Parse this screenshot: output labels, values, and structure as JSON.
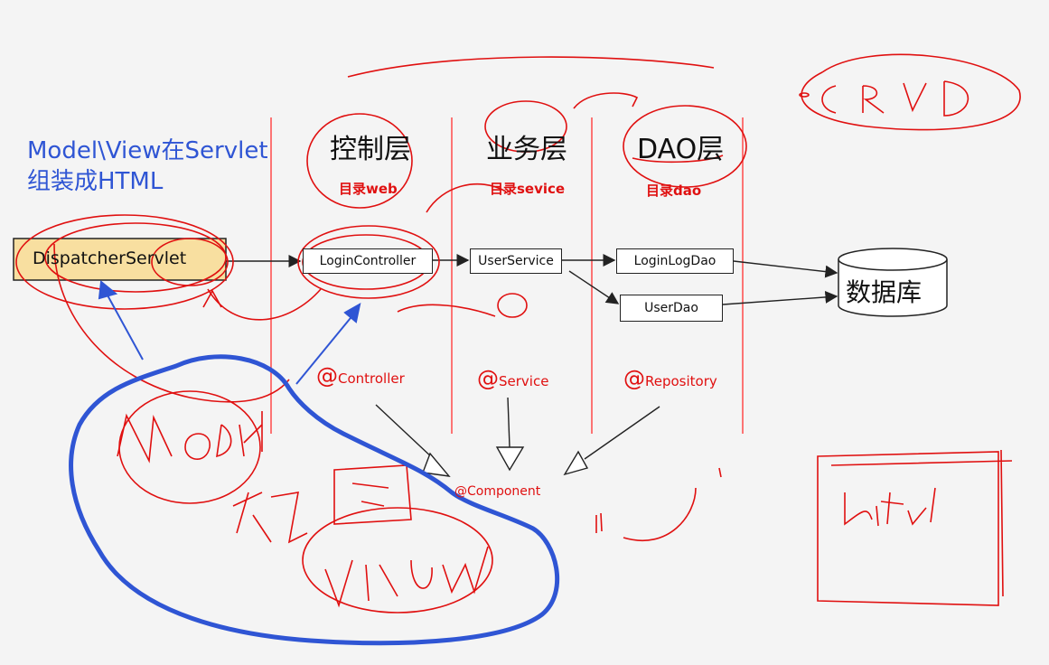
{
  "note": {
    "line1": "Model\\View在Servlet",
    "line2": "组装成HTML"
  },
  "layers": [
    {
      "title": "控制层",
      "dir": "目录web"
    },
    {
      "title": "业务层",
      "dir": "目录sevice"
    },
    {
      "title": "DAO层",
      "dir": "目录dao"
    }
  ],
  "components": {
    "dispatcher": "DispatcherServlet",
    "login_controller": "LoginController",
    "user_service": "UserService",
    "login_log_dao": "LoginLogDao",
    "user_dao": "UserDao",
    "database": "数据库"
  },
  "annotations": {
    "controller": {
      "at": "@",
      "name": "Controller"
    },
    "service": {
      "at": "@",
      "name": "Service"
    },
    "repository": {
      "at": "@",
      "name": "Repository"
    },
    "component": "@Component"
  },
  "colors": {
    "ink_red": "#e01010",
    "ink_blue": "#2f55d4",
    "dispatcher_fill": "#f8dfa0"
  }
}
